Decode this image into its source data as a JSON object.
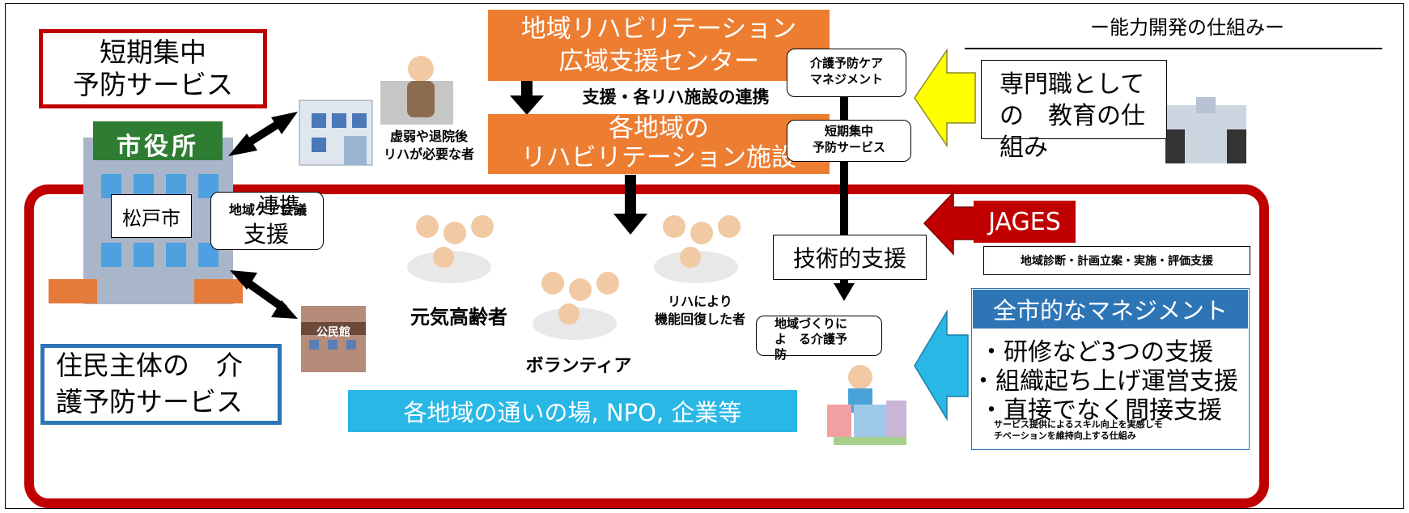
{
  "top_right": {
    "heading": "ー能力開発の仕組みー",
    "education_box": "専門職として\nの　教育の仕\n組み"
  },
  "left": {
    "short_term_box": "短期集中\n予防サービス",
    "city_hall_sign": "市役所",
    "city_name": "松戸市",
    "support_box_overlap1": "連携",
    "support_box_overlap2": "地域ケア会議",
    "support_box_overlap3": "支援",
    "resident_box": "住民主体の　介\n護予防サービス",
    "community_center_sign": "公民館"
  },
  "center": {
    "wide_area_center": "地域リハビリテーション\n広域支援センター",
    "arrow_label": "支援・各リハ施設の連携",
    "regional_facility": "各地域の\nリハビリテーション施設",
    "frail_label": "虚弱や退院後\nリハが必要な者",
    "elderly_label": "元気高齢者",
    "volunteer_label": "ボランティア",
    "recovered_label": "リハにより\n機能回復した者",
    "places_banner": "各地域の通いの場, NPO, 企業等"
  },
  "right_center": {
    "care_mgmt_box": "介護予防ケア\nマネジメント",
    "short_service_box": "短期集中\n予防サービス",
    "tech_support_box": "技術的支援",
    "community_prevention_box": "地域づくりに\nよ　る介護予\n防"
  },
  "right": {
    "jages_label": "JAGES",
    "jages_desc": "地域診断・計画立案・実施・評価支援",
    "mgmt_header": "全市的なマネジメント",
    "mgmt_item1": "・研修など3つの支援",
    "mgmt_item2": "・組織起ち上げ運営支援",
    "mgmt_item3": "・直接でなく間接支援",
    "mgmt_note": "サービス提供によるスキル向上を実感しモ\nチベーションを維持向上する仕組み"
  },
  "colors": {
    "red": "#c00000",
    "orange": "#ed7d31",
    "blue": "#2e75b6",
    "cyan": "#29b7e6",
    "yellow": "#ffff00"
  }
}
